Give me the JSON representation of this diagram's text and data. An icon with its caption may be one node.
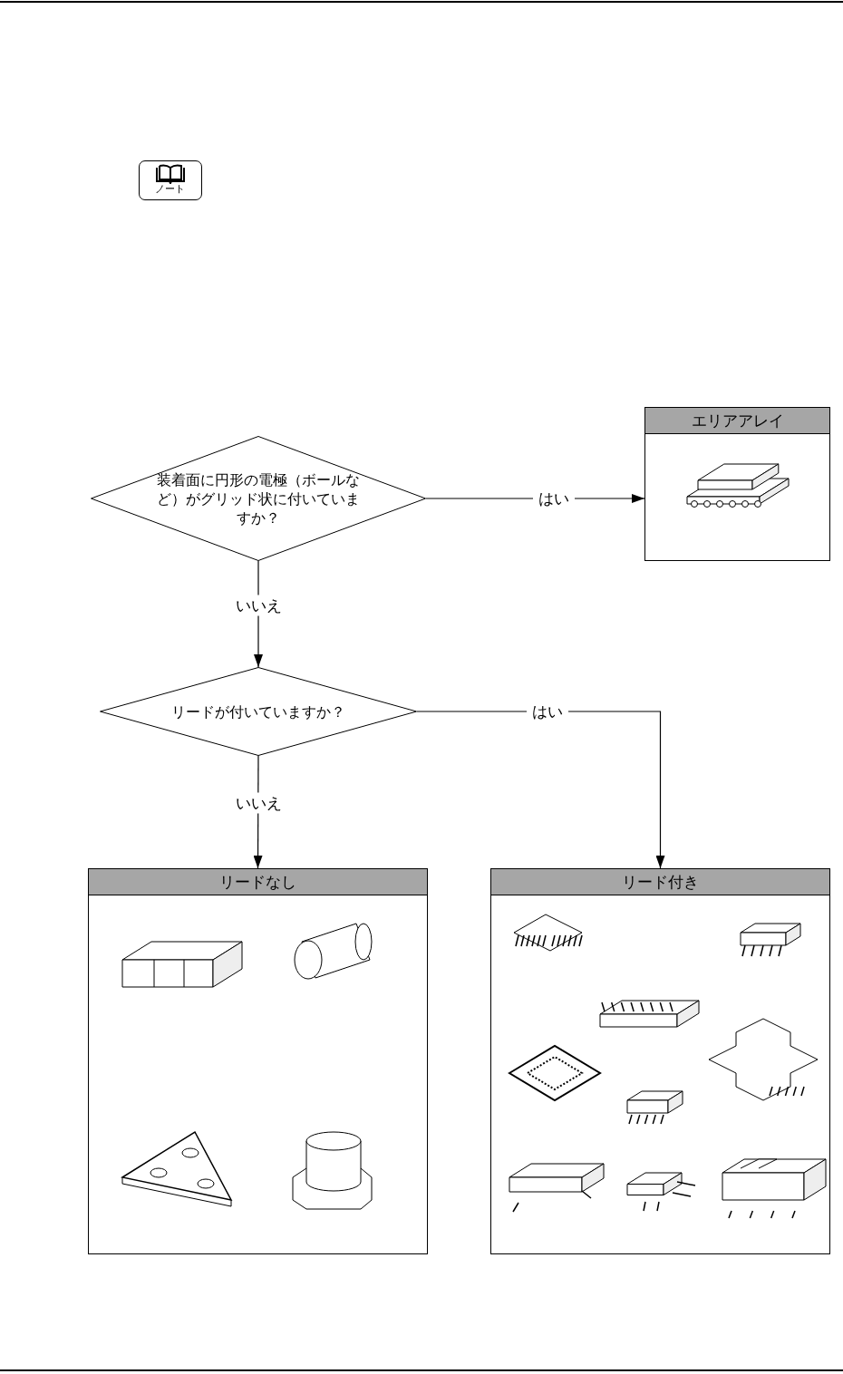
{
  "diagram": {
    "nodes": [
      {
        "text": [
          "装着面に円形の電極（ボールなど）がグリッド状に付いていますか？"
        ]
      },
      {
        "text": [
          "エリアアレイ"
        ]
      },
      {
        "text": [
          "リードが付いていますか？"
        ]
      },
      {
        "text": [
          "リードなし"
        ]
      },
      {
        "text": [
          "リード付き"
        ]
      }
    ],
    "edges": [
      {
        "from": 0,
        "to": 1,
        "arrow": "to",
        "label": "はい"
      },
      {
        "from": 0,
        "to": 2,
        "arrow": "to",
        "label": "いいえ"
      },
      {
        "from": 2,
        "to": 4,
        "arrow": "to",
        "label": "はい"
      },
      {
        "from": 2,
        "to": 3,
        "arrow": "to",
        "label": "いいえ"
      }
    ],
    "labels": [
      "ノート"
    ]
  }
}
